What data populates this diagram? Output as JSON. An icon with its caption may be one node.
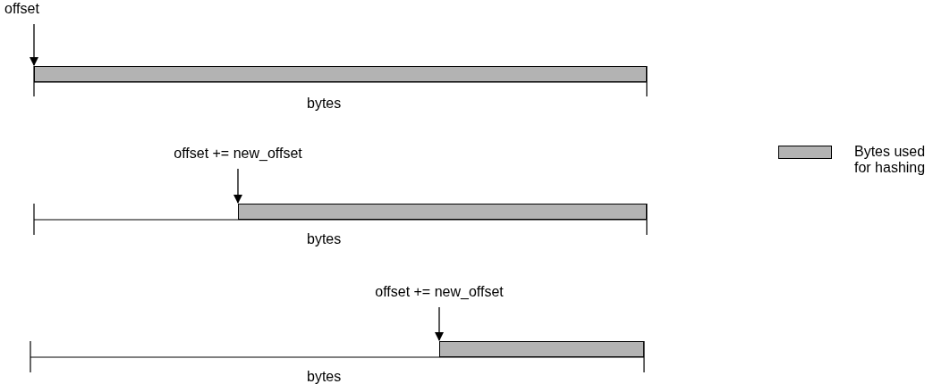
{
  "diagram": {
    "nodes": [
      {
        "text": [
          "offset"
        ]
      },
      {
        "text": [],
        "shape": "bar"
      },
      {
        "text": [
          "offset += new_offset"
        ]
      },
      {
        "text": [],
        "shape": "bar"
      },
      {
        "text": [
          "offset += new_offset"
        ]
      },
      {
        "text": [],
        "shape": "bar"
      }
    ],
    "edges": [
      {
        "from": 0,
        "to": 1,
        "arrow": "to"
      },
      {
        "from": 2,
        "to": 3,
        "arrow": "to"
      },
      {
        "from": 4,
        "to": 5,
        "arrow": "to"
      }
    ],
    "labels": [
      "bytes",
      "bytes",
      "bytes"
    ],
    "legend": [
      {
        "text": "Bytes used for hashing",
        "color": "#b3b3b3"
      }
    ]
  }
}
